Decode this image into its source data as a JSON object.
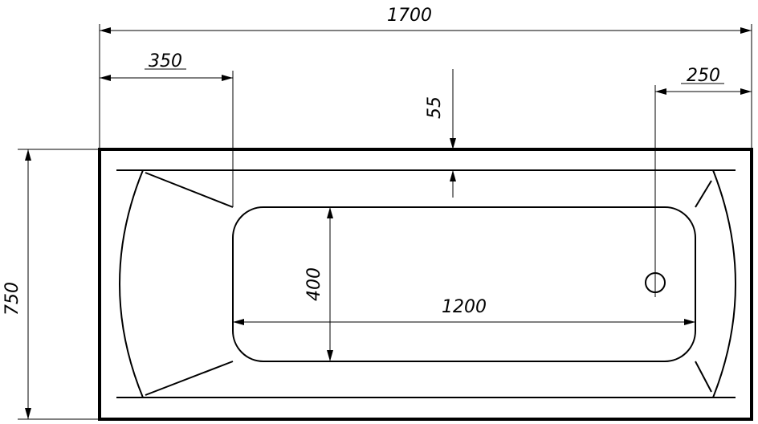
{
  "drawing": {
    "title": "",
    "dimensions": {
      "total_length": "1700",
      "left_offset": "350",
      "right_offset": "250",
      "rim_width": "55",
      "total_width": "750",
      "inner_width": "400",
      "inner_length": "1200"
    }
  }
}
